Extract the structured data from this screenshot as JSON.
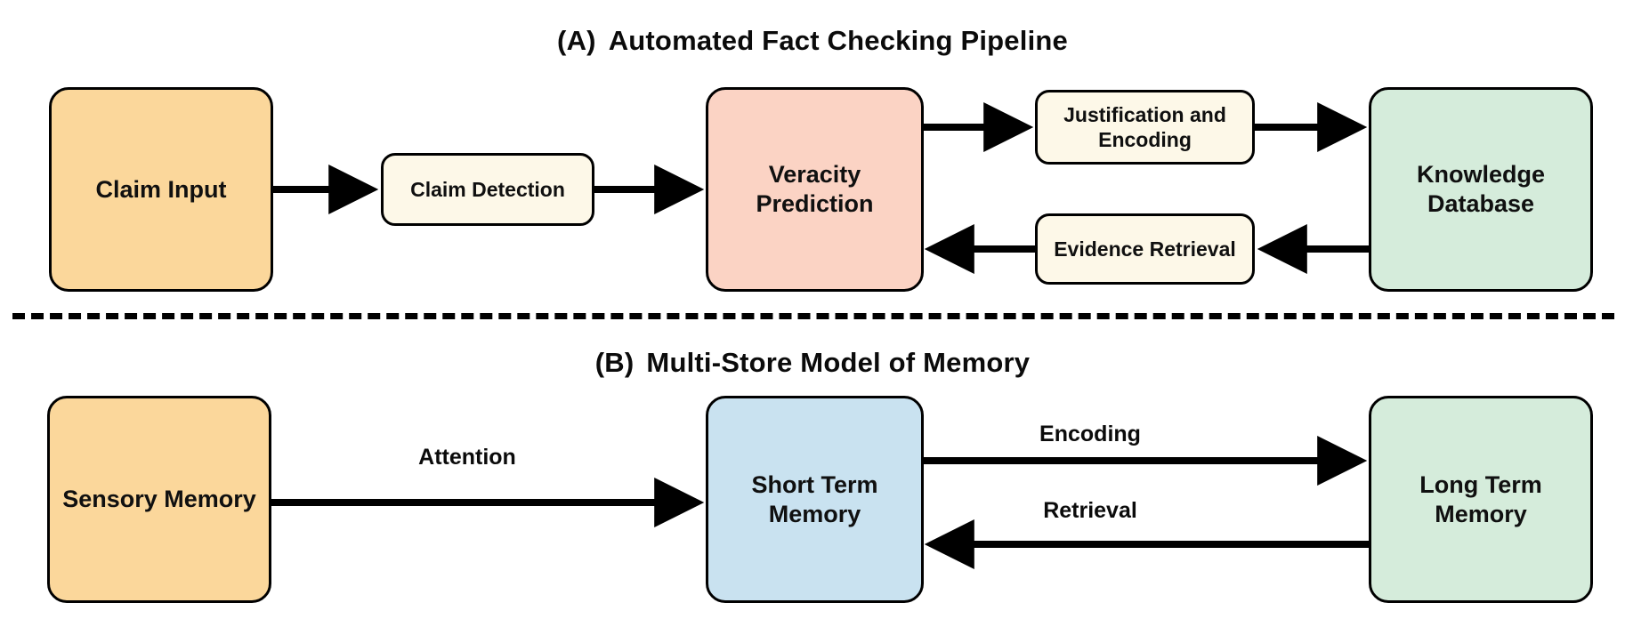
{
  "figure": {
    "panels": [
      {
        "id": "panel-a",
        "tag": "(A)",
        "title": "Automated Fact Checking Pipeline",
        "nodes": [
          {
            "id": "claim-input",
            "label": "Claim Input",
            "color": "#fbd79b"
          },
          {
            "id": "claim-detection",
            "label": "Claim Detection",
            "color": "#fdf8e8"
          },
          {
            "id": "veracity-prediction",
            "label": "Veracity\nPrediction",
            "color": "#fbd3c4"
          },
          {
            "id": "justification-encoding",
            "label": "Justification and\nEncoding",
            "color": "#fdf8e8"
          },
          {
            "id": "evidence-retrieval",
            "label": "Evidence Retrieval",
            "color": "#fdf8e8"
          },
          {
            "id": "knowledge-database",
            "label": "Knowledge\nDatabase",
            "color": "#d5ecdb"
          }
        ],
        "edges": [
          {
            "from": "claim-input",
            "to": "claim-detection",
            "label": ""
          },
          {
            "from": "claim-detection",
            "to": "veracity-prediction",
            "label": ""
          },
          {
            "from": "veracity-prediction",
            "to": "justification-encoding",
            "label": ""
          },
          {
            "from": "justification-encoding",
            "to": "knowledge-database",
            "label": ""
          },
          {
            "from": "knowledge-database",
            "to": "evidence-retrieval",
            "label": ""
          },
          {
            "from": "evidence-retrieval",
            "to": "veracity-prediction",
            "label": ""
          }
        ]
      },
      {
        "id": "panel-b",
        "tag": "(B)",
        "title": "Multi-Store Model of Memory",
        "nodes": [
          {
            "id": "sensory-memory",
            "label": "Sensory Memory",
            "color": "#fbd79b"
          },
          {
            "id": "short-term-memory",
            "label": "Short Term\nMemory",
            "color": "#c9e2f0"
          },
          {
            "id": "long-term-memory",
            "label": "Long Term\nMemory",
            "color": "#d5ecdb"
          }
        ],
        "edges": [
          {
            "from": "sensory-memory",
            "to": "short-term-memory",
            "label": "Attention"
          },
          {
            "from": "short-term-memory",
            "to": "long-term-memory",
            "label": "Encoding"
          },
          {
            "from": "long-term-memory",
            "to": "short-term-memory",
            "label": "Retrieval"
          }
        ]
      }
    ],
    "labels": {
      "attention": "Attention",
      "encoding": "Encoding",
      "retrieval": "Retrieval"
    },
    "colors": {
      "orange": "#fbd79b",
      "cream": "#fdf8e8",
      "pink": "#fbd3c4",
      "green": "#d5ecdb",
      "blue": "#c9e2f0",
      "stroke": "#000000",
      "text": "#101010",
      "background": "#ffffff"
    }
  },
  "nodeText": {
    "claim_input": "Claim Input",
    "claim_detection": "Claim Detection",
    "veracity_prediction_l1": "Veracity",
    "veracity_prediction_l2": "Prediction",
    "justification_l1": "Justification and",
    "justification_l2": "Encoding",
    "evidence_retrieval": "Evidence Retrieval",
    "knowledge_db_l1": "Knowledge",
    "knowledge_db_l2": "Database",
    "sensory_memory": "Sensory Memory",
    "short_term_l1": "Short Term",
    "short_term_l2": "Memory",
    "long_term_l1": "Long Term",
    "long_term_l2": "Memory"
  },
  "titles": {
    "a_tag": "(A)",
    "a_text": "Automated Fact Checking Pipeline",
    "b_tag": "(B)",
    "b_text": "Multi-Store Model of Memory"
  }
}
